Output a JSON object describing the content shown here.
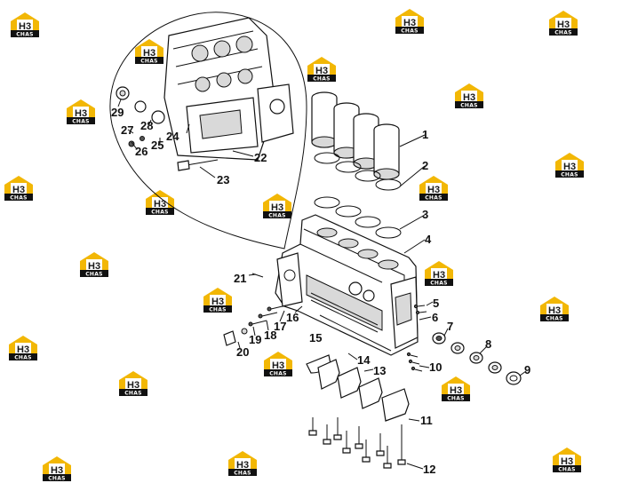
{
  "diagram": {
    "callouts": [
      {
        "id": "1",
        "label": "1"
      },
      {
        "id": "2",
        "label": "2"
      },
      {
        "id": "3",
        "label": "3"
      },
      {
        "id": "4",
        "label": "4"
      },
      {
        "id": "5",
        "label": "5"
      },
      {
        "id": "6",
        "label": "6"
      },
      {
        "id": "7",
        "label": "7"
      },
      {
        "id": "8",
        "label": "8"
      },
      {
        "id": "9",
        "label": "9"
      },
      {
        "id": "10",
        "label": "10"
      },
      {
        "id": "11",
        "label": "11"
      },
      {
        "id": "12",
        "label": "12"
      },
      {
        "id": "13",
        "label": "13"
      },
      {
        "id": "14",
        "label": "14"
      },
      {
        "id": "15",
        "label": "15"
      },
      {
        "id": "16",
        "label": "16"
      },
      {
        "id": "17",
        "label": "17"
      },
      {
        "id": "18",
        "label": "18"
      },
      {
        "id": "19",
        "label": "19"
      },
      {
        "id": "20",
        "label": "20"
      },
      {
        "id": "21",
        "label": "21"
      },
      {
        "id": "22",
        "label": "22"
      },
      {
        "id": "23",
        "label": "23"
      },
      {
        "id": "24",
        "label": "24"
      },
      {
        "id": "25",
        "label": "25"
      },
      {
        "id": "26",
        "label": "26"
      },
      {
        "id": "27",
        "label": "27"
      },
      {
        "id": "28",
        "label": "28"
      },
      {
        "id": "29",
        "label": "29"
      }
    ]
  },
  "watermark": {
    "letters": "H3",
    "text": "CHAS",
    "colors": {
      "house": "#f2b705",
      "band": "#111111"
    }
  }
}
